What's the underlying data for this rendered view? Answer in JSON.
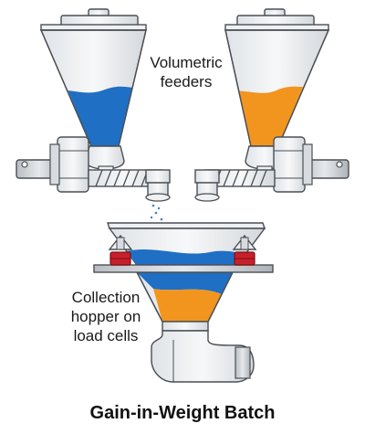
{
  "diagram": {
    "title": "Gain-in-Weight Batch",
    "labels": {
      "feeders": [
        "Volumetric",
        "feeders"
      ],
      "collection": [
        "Collection",
        "hopper on",
        "load cells"
      ]
    },
    "colors": {
      "material_left": "#1f6fc4",
      "material_right": "#f2951f",
      "equipment_fill": "#eef0f2",
      "equipment_stroke": "#4a4f55",
      "load_cell": "#c8202a",
      "text": "#1a1a1a"
    },
    "collection_hopper_fill": {
      "top_material": "blue",
      "bottom_material": "orange"
    }
  }
}
